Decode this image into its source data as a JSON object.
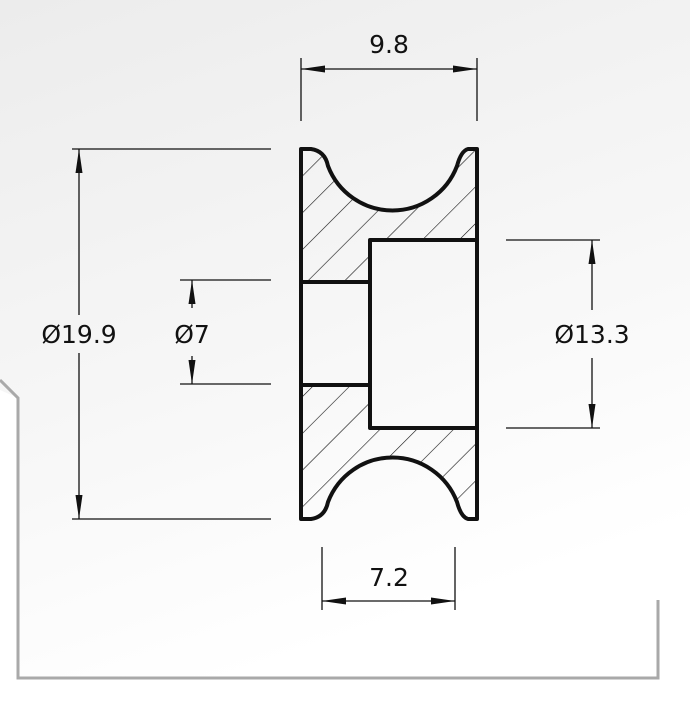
{
  "drawing": {
    "dimensions": {
      "overall_width": "9.8",
      "outer_diameter": "Ø19.9",
      "bore_diameter": "Ø7",
      "counterbore_diameter": "Ø13.3",
      "groove_width": "7.2"
    },
    "colors": {
      "line": "#111111",
      "frame": "#a9a9a9",
      "background_light": "#ffffff",
      "background_shade": "#eeeeee"
    }
  }
}
